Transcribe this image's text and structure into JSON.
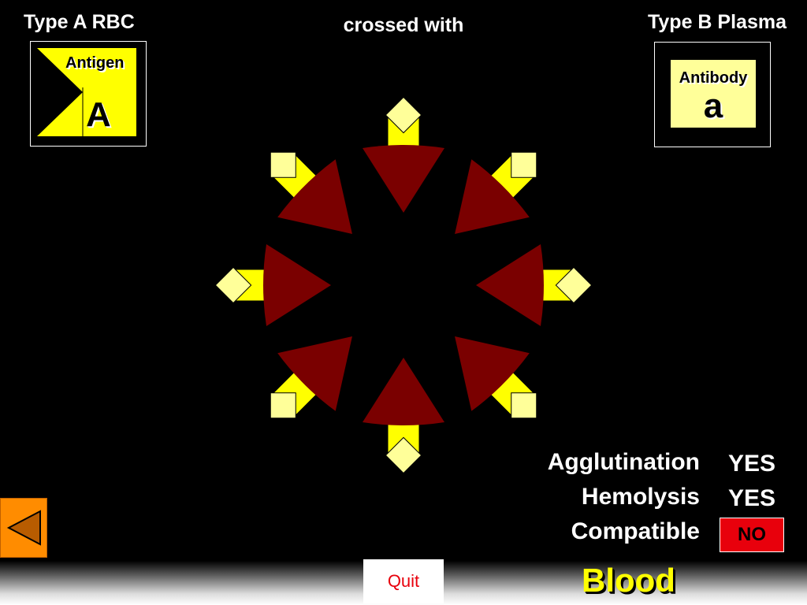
{
  "header": {
    "left": "Type A RBC",
    "center": "crossed with",
    "right": "Type B Plasma"
  },
  "antigen_card": {
    "label": "Antigen",
    "letter": "A"
  },
  "antibody_card": {
    "label": "Antibody",
    "letter": "a"
  },
  "results": {
    "agglutination": {
      "label": "Agglutination",
      "value": "YES"
    },
    "hemolysis": {
      "label": "Hemolysis",
      "value": "YES"
    },
    "compatible": {
      "label": "Compatible",
      "value": "NO"
    }
  },
  "nav": {
    "quit_label": "Quit"
  },
  "brand": "Blood",
  "colors": {
    "background": "#000000",
    "antigen_yellow": "#ffff00",
    "antibody_yellow": "#ffff99",
    "cell_red": "#7a0000",
    "no_red": "#e8000c",
    "back_orange": "#ff8c00"
  },
  "icons": {
    "back": "back-triangle-icon"
  }
}
